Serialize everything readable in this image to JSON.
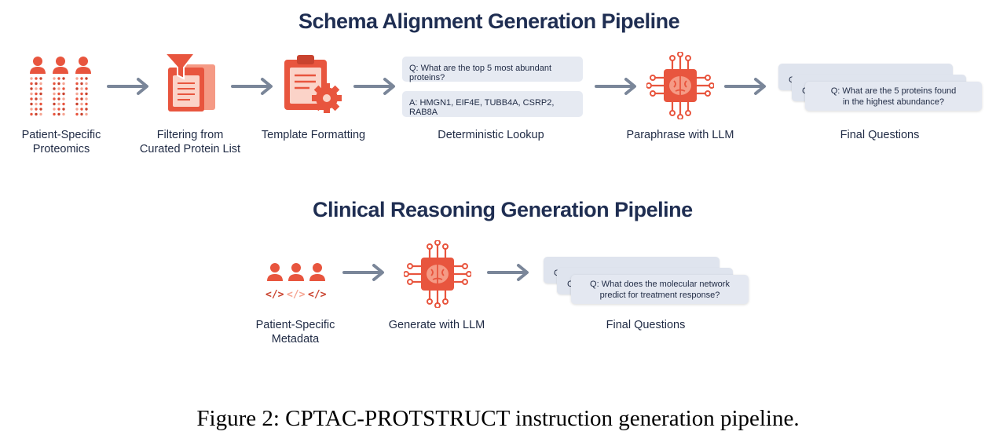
{
  "pipeline1": {
    "title": "Schema Alignment Generation Pipeline",
    "steps": {
      "proteomics": "Patient-Specific\nProteomics",
      "filtering": "Filtering from\nCurated Protein List",
      "template": "Template Formatting",
      "lookup": "Deterministic Lookup",
      "paraphrase": "Paraphrase with LLM",
      "final": "Final Questions"
    },
    "lookup_question": "Q: What are the top 5 most abundant proteins?",
    "lookup_answer": "A: HMGN1, EIF4E, TUBB4A, CSRP2, RAB8A",
    "final_card_text": "Q: What are the 5 proteins found\nin the highest abundance?",
    "stub_back": "C",
    "stub_mid": "C"
  },
  "pipeline2": {
    "title": "Clinical Reasoning Generation Pipeline",
    "steps": {
      "metadata": "Patient-Specific\nMetadata",
      "generate": "Generate with LLM",
      "final": "Final Questions"
    },
    "tags": [
      "</>",
      "</>",
      "</>"
    ],
    "final_card_text": "Q: What does the molecular network\npredict for treatment response?",
    "stub_back": "C",
    "stub_mid": "C"
  },
  "caption": "Figure 2: CPTAC-PROTSTRUCT instruction generation pipeline.",
  "colors": {
    "accent": "#e8553e",
    "accent_light": "#f59a85",
    "arrow": "#7a8699",
    "title": "#1f2e52",
    "box": "#e6eaf2"
  },
  "icons": [
    "people-icon",
    "funnel-icon",
    "clipboard-gear-icon",
    "brain-chip-icon",
    "arrow-icon",
    "code-tag-icon"
  ]
}
